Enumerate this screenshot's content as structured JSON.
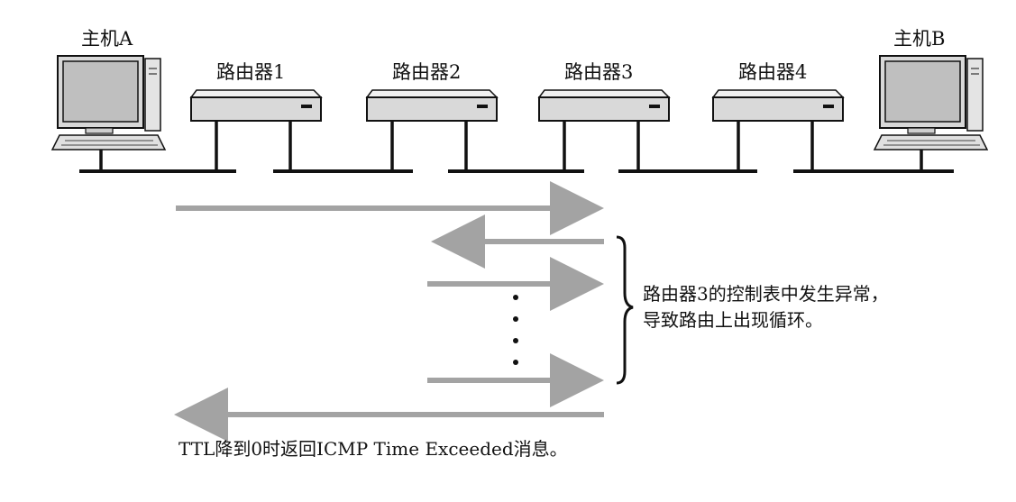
{
  "hosts": [
    {
      "label": "主机A"
    },
    {
      "label": "主机B"
    }
  ],
  "routers": [
    {
      "label": "路由器1"
    },
    {
      "label": "路由器2"
    },
    {
      "label": "路由器3"
    },
    {
      "label": "路由器4"
    }
  ],
  "annotation": {
    "line1": "路由器3的控制表中发生异常，",
    "line2": "导致路由上出现循环。"
  },
  "bottom_caption": "TTL降到0时返回ICMP Time Exceeded消息。",
  "colors": {
    "arrow": "#a3a3a3",
    "line": "#111111",
    "device_body": "#d9d9d9",
    "device_top": "#f1f1f1"
  }
}
